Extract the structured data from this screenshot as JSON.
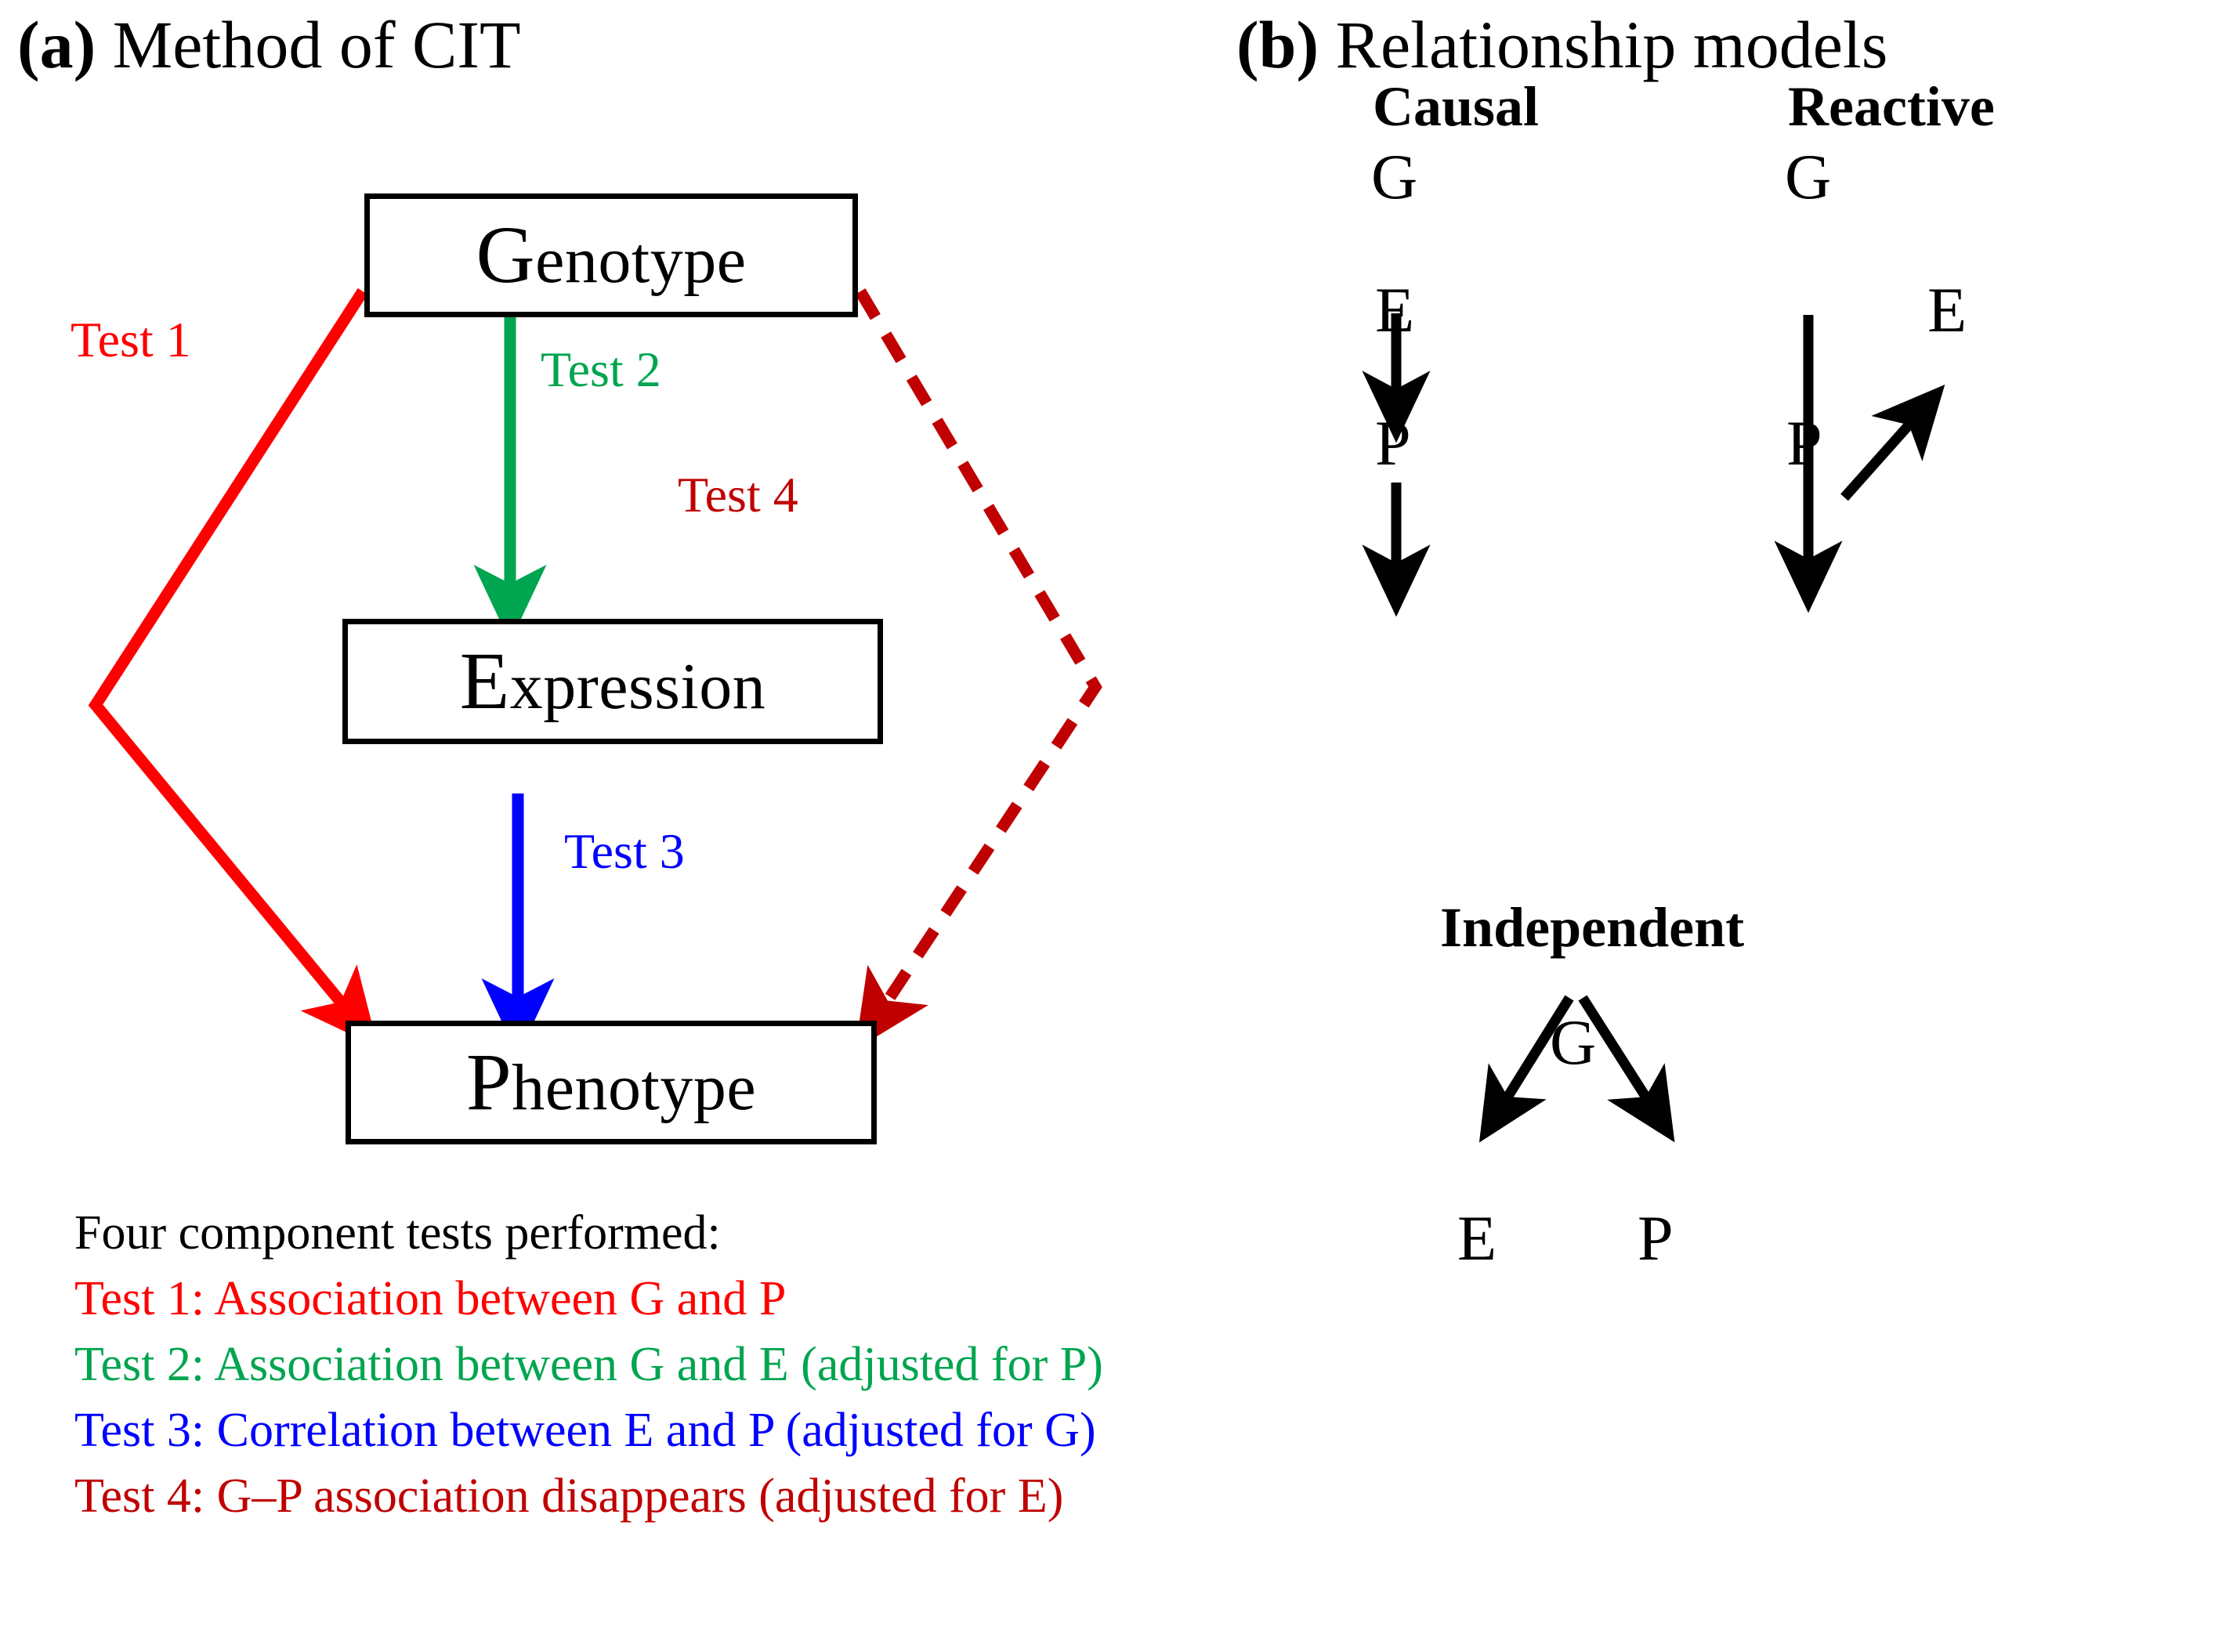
{
  "figure": {
    "panel_a": {
      "tag": "(a)",
      "title": " Method of CIT",
      "nodes": {
        "genotype": {
          "cap": "G",
          "rest": "enotype"
        },
        "expression": {
          "cap": "E",
          "rest": "xpression"
        },
        "phenotype": {
          "cap": "P",
          "rest": "henotype"
        }
      },
      "edge_labels": {
        "test1": "Test 1",
        "test2": "Test 2",
        "test3": "Test 3",
        "test4": "Test 4"
      },
      "legend": {
        "heading": "Four component tests performed:",
        "lines": [
          "Test 1: Association between G and P",
          "Test 2: Association between G and E (adjusted for P)",
          "Test 3: Correlation between E and P (adjusted for G)",
          "Test 4: G–P association disappears (adjusted for E)"
        ]
      }
    },
    "panel_b": {
      "tag": "(b)",
      "title": " Relationship models",
      "models": [
        {
          "name": "Causal",
          "nodes": [
            "G",
            "E",
            "P"
          ]
        },
        {
          "name": "Reactive",
          "nodes": [
            "G",
            "E",
            "P"
          ]
        },
        {
          "name": "Independent",
          "nodes": [
            "G",
            "E",
            "P"
          ]
        }
      ]
    }
  },
  "colors": {
    "black": "#000000",
    "test1_red": "#FF0000",
    "test2_green": "#00A550",
    "test3_blue": "#0000FF",
    "test4_darkred": "#C00000",
    "background": "#FFFFFF"
  }
}
